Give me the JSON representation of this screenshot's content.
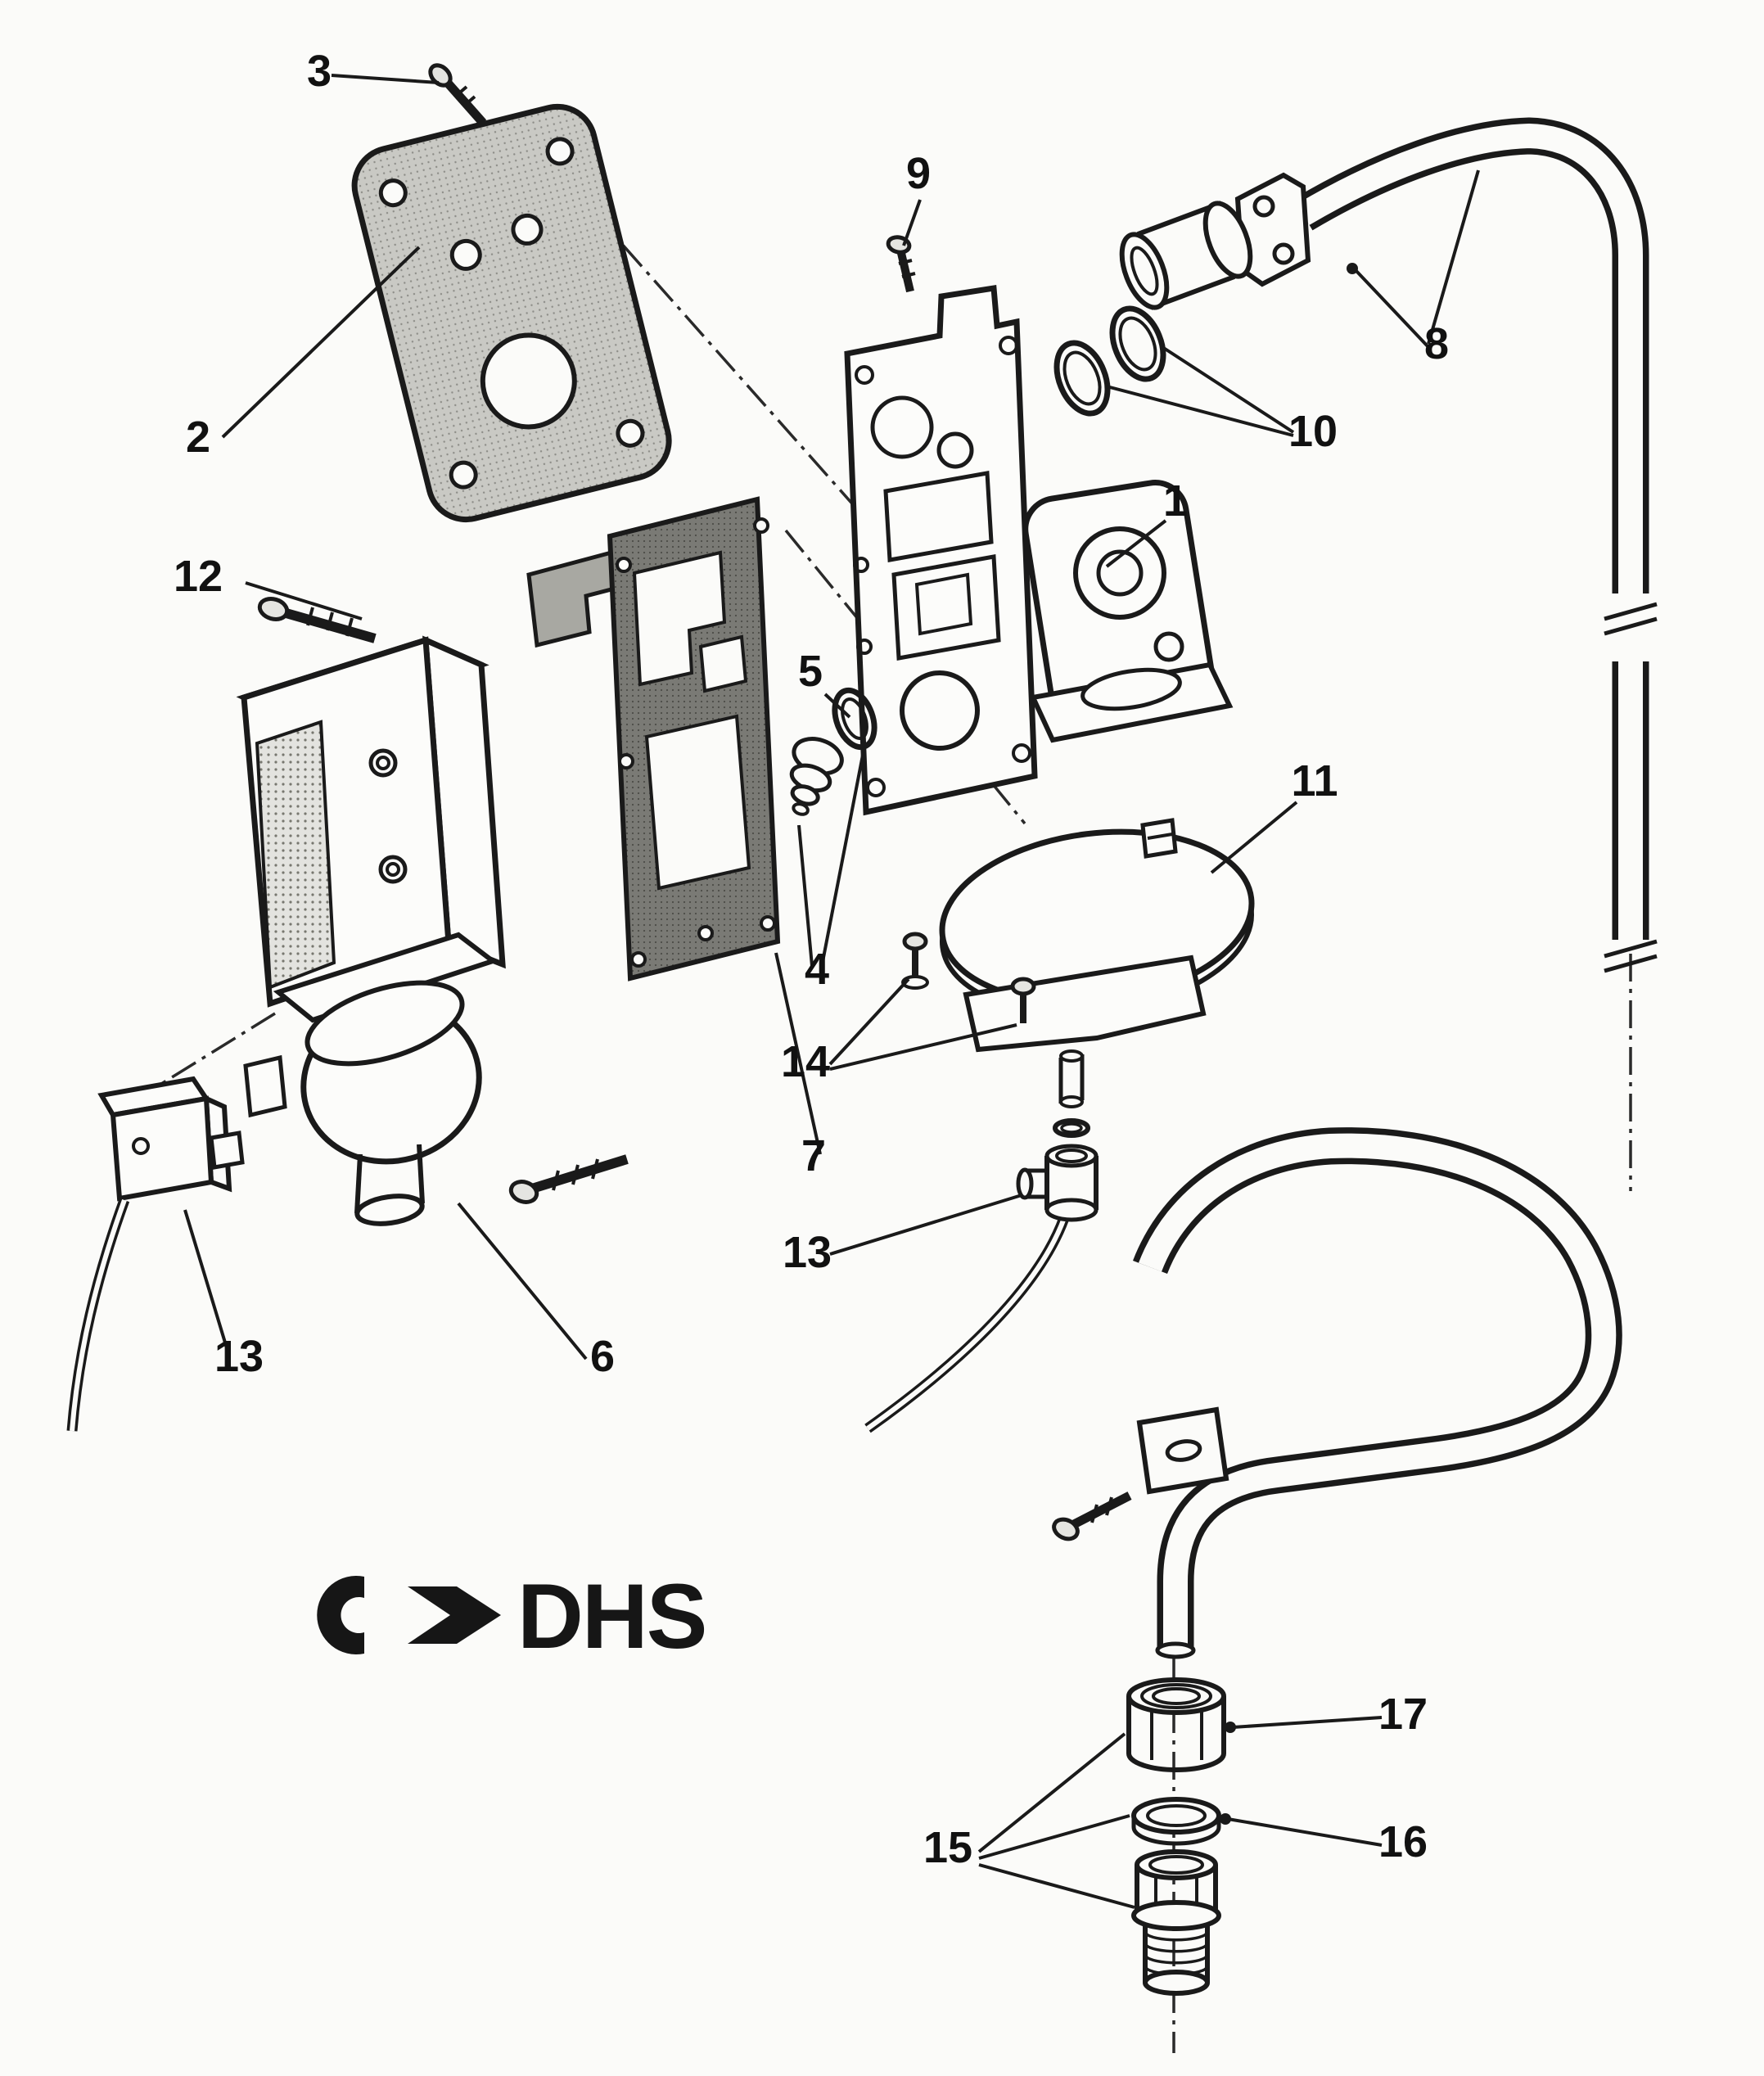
{
  "diagram": {
    "type": "exploded-parts-diagram",
    "background": "#fbfbf9",
    "line_color": "#1a1a1a",
    "logo": {
      "text": "DHS"
    },
    "labels": {
      "n1": "1",
      "n2": "2",
      "n3": "3",
      "n4": "4",
      "n5": "5",
      "n6": "6",
      "n7": "7",
      "n8": "8",
      "n9": "9",
      "n10": "10",
      "n11": "11",
      "n12": "12",
      "n13_left": "13",
      "n13_right": "13",
      "n14": "14",
      "n15": "15",
      "n16": "16",
      "n17": "17"
    }
  }
}
